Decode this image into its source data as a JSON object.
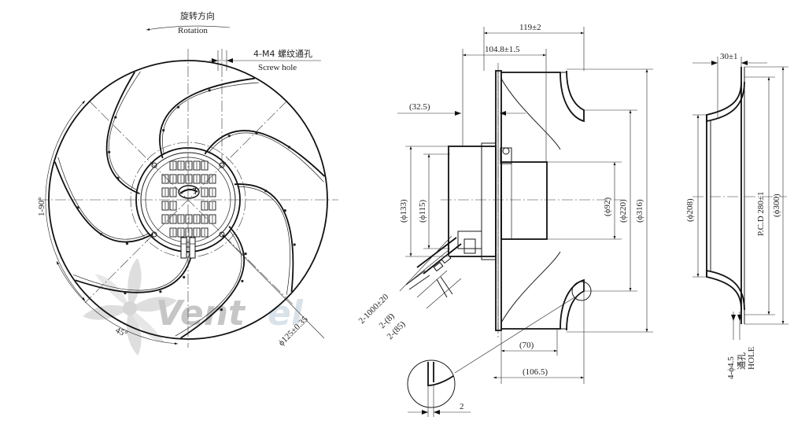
{
  "watermark": {
    "text_dark": "Vent",
    "text_light": "el",
    "color_dark": "#bdbdbd",
    "color_light": "#d4dde6"
  },
  "front_view": {
    "rotation_cn": "旋转方向",
    "rotation_en": "Rotation",
    "screw_cn": "4-M4 螺纹通孔",
    "screw_en": "Screw hole",
    "angle_90": "1-90°",
    "angle_45": "45°",
    "pcd": "ϕ125±0.35",
    "blade_count": 7
  },
  "side_view": {
    "width_total": "119±2",
    "width_motor": "104.8±1.5",
    "offset": "(32.5)",
    "d_133": "(ϕ133)",
    "d_115": "(ϕ115)",
    "d_92": "(ϕ92)",
    "d_220": "(ϕ220)",
    "d_316": "(ϕ316)",
    "cable_1000": "2-1000±20",
    "cable_8": "2-(8)",
    "cable_85": "2-(85)",
    "len_70": "(70)",
    "len_106": "(106.5)",
    "detail_2": "2"
  },
  "ring_view": {
    "width": "30±1",
    "d_208": "(ϕ208)",
    "pcd": "P.C.D 280±1",
    "d_300": "(ϕ300)",
    "hole": "4-ϕ4.5",
    "hole_cn": "通孔",
    "hole_en": "HOLE"
  }
}
